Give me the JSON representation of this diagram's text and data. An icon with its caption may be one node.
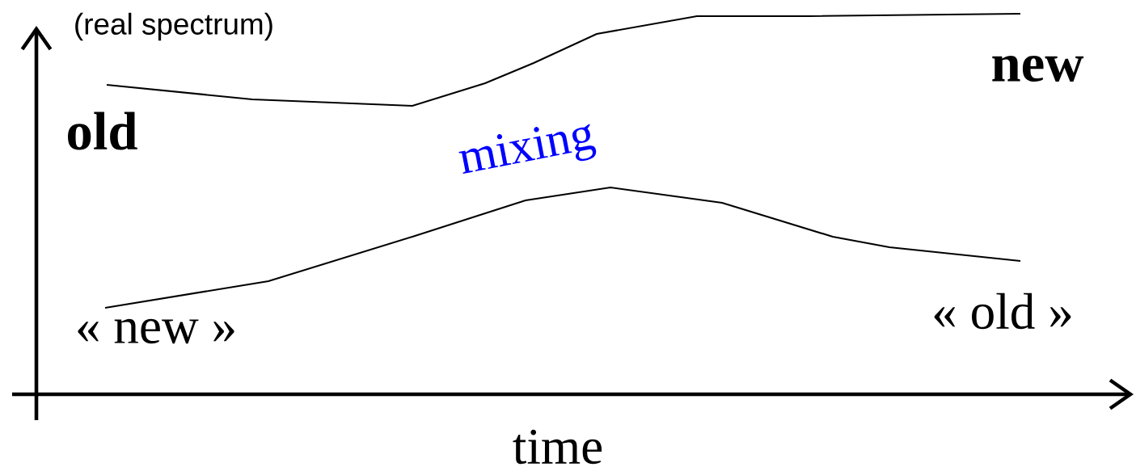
{
  "diagram": {
    "labels": [
      "(real spectrum)",
      "old",
      "new",
      "mixing",
      "« new »",
      "« old »",
      "time"
    ]
  }
}
